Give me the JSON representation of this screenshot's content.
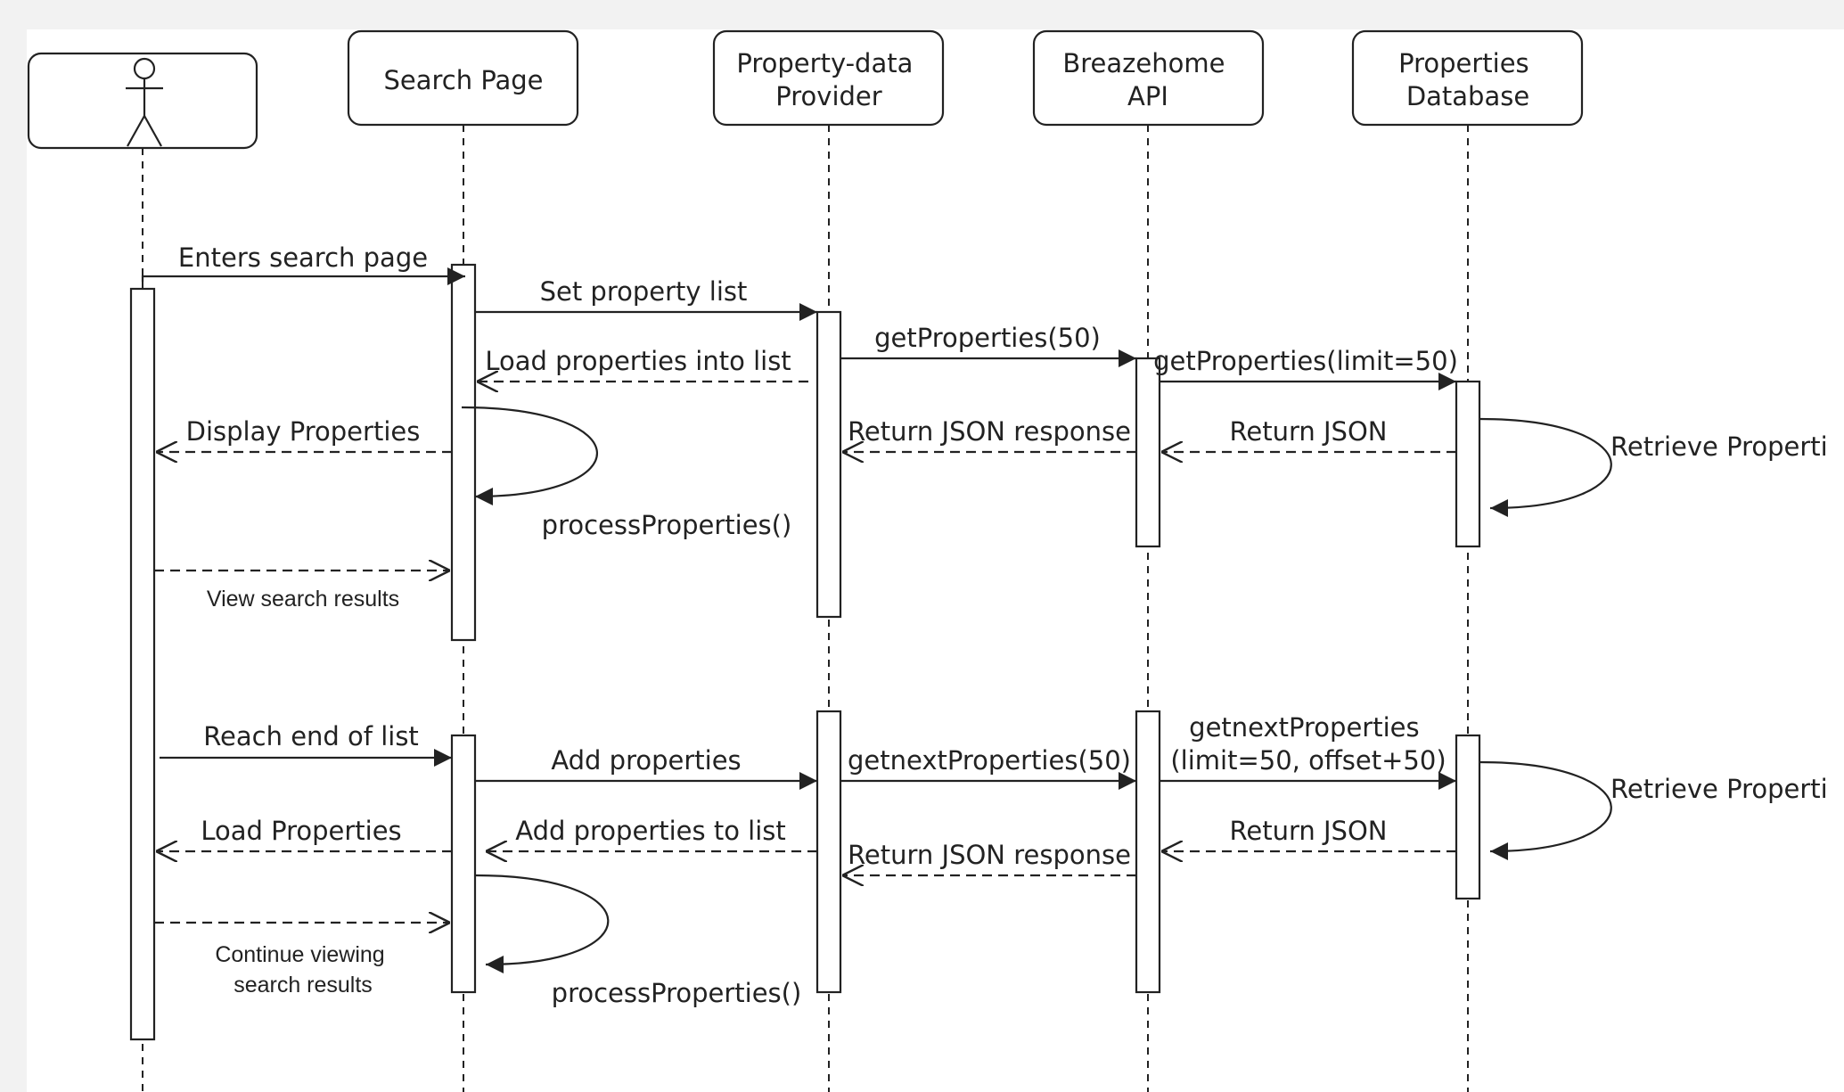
{
  "participants": {
    "user": "",
    "search_page": "Search Page",
    "provider": [
      "Property-data",
      "Provider"
    ],
    "api": [
      "Breazehome",
      "API"
    ],
    "database": [
      "Properties",
      "Database"
    ]
  },
  "messages": {
    "enters_search_page": "Enters search page",
    "set_property_list": "Set property list",
    "get_properties_50": "getProperties(50)",
    "get_properties_limit": "getProperties(limit=50)",
    "load_properties_into_list": "Load properties into list",
    "display_properties": "Display Properties",
    "return_json_response_1": "Return JSON response",
    "return_json_1": "Return JSON",
    "retrieve_properties_1": "Retrieve Properti",
    "process_properties_1": "processProperties()",
    "view_search_results": "View search results",
    "reach_end_of_list": "Reach end of list",
    "add_properties": "Add properties",
    "getnext_properties_50": "getnextProperties(50)",
    "getnext_properties_limit": [
      "getnextProperties",
      "(limit=50, offset+50)"
    ],
    "load_properties": "Load Properties",
    "add_properties_to_list": "Add properties to list",
    "return_json_response_2": "Return JSON response",
    "return_json_2": "Return JSON",
    "retrieve_properties_2": "Retrieve Properti",
    "process_properties_2": "processProperties()",
    "continue_viewing": [
      "Continue viewing",
      "search results"
    ]
  },
  "colors": {
    "background": "#f2f2f2",
    "line": "#222222",
    "box_fill": "#ffffff"
  }
}
